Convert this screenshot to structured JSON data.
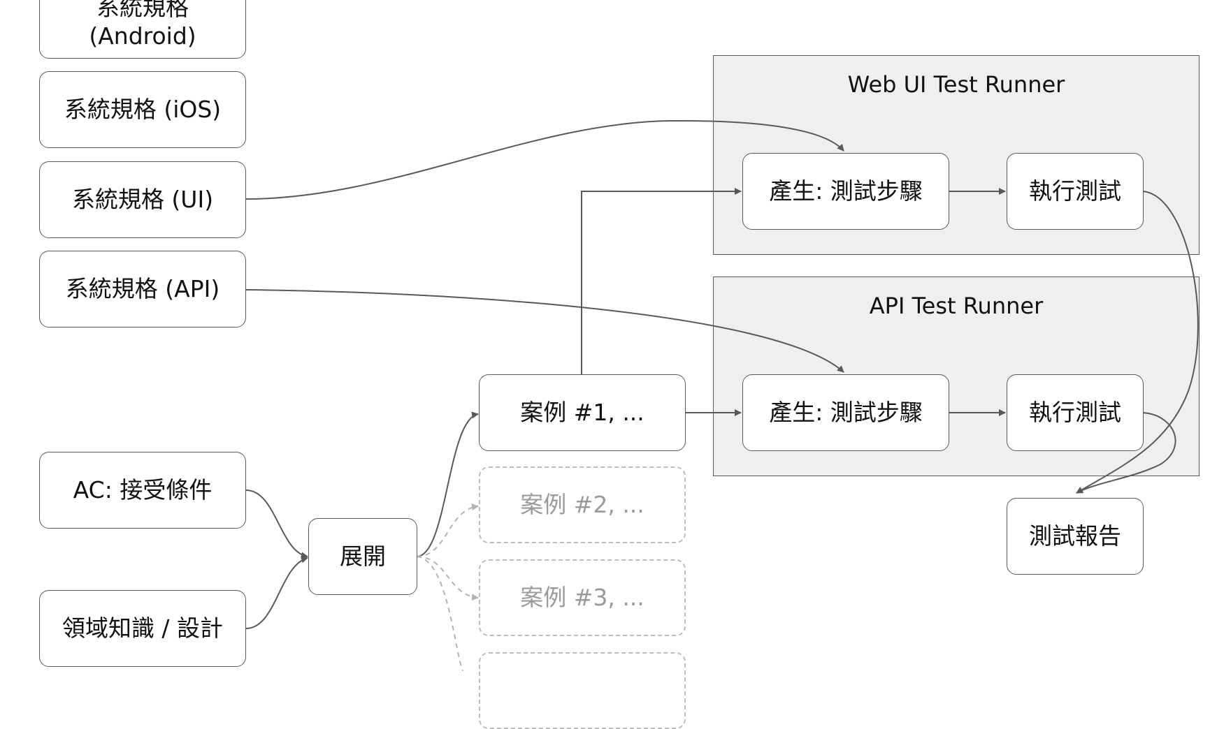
{
  "groups": {
    "web_ui_runner": "Web UI Test Runner",
    "api_runner": "API Test Runner"
  },
  "sources": {
    "android": "系統規格\n(Android)",
    "ios": "系統規格 (iOS)",
    "ui": "系統規格 (UI)",
    "api": "系統規格 (API)",
    "ac": "AC: 接受條件",
    "domain": "領域知識 / 設計"
  },
  "expand": "展開",
  "cases": {
    "case1": "案例 #1, ...",
    "case2": "案例 #2, ...",
    "case3": "案例 #3, ..."
  },
  "web_runner": {
    "generate": "產生: 測試步驟",
    "execute": "執行測試"
  },
  "api_runner": {
    "generate": "產生: 測試步驟",
    "execute": "執行測試"
  },
  "report": "測試報告",
  "colors": {
    "line": "#595959",
    "group_fill": "#efefef",
    "dashed": "#bdbdbd",
    "dashed_text": "#9a9a9a"
  }
}
